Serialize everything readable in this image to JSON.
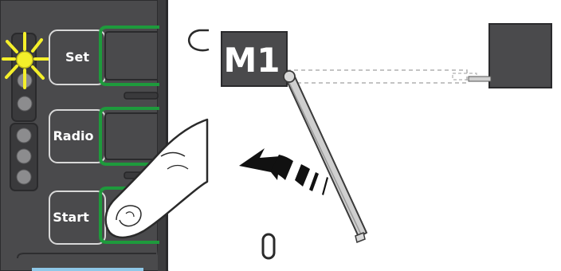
{
  "panel": {
    "buttons": [
      {
        "label": "Set"
      },
      {
        "label": "Radio"
      },
      {
        "label": "Start"
      }
    ],
    "led_lit_color": "#f4ef2a",
    "button_frame_color": "#1e9a3c",
    "panel_color": "#4a4a4c"
  },
  "gate": {
    "motor_label": "M1",
    "motor_color": "#4a4a4c",
    "motion": "opening-arc-arrow"
  }
}
